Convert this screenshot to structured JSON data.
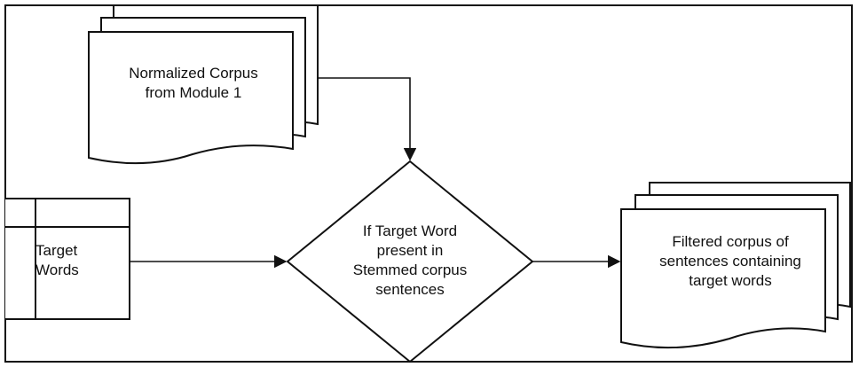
{
  "diagram": {
    "input_corpus": {
      "label": "Normalized Corpus\nfrom Module 1"
    },
    "target_words": {
      "label": "Target\nWords"
    },
    "decision": {
      "label": "If Target Word\npresent in\nStemmed corpus\nsentences"
    },
    "output_corpus": {
      "label": "Filtered corpus of\nsentences containing\ntarget words"
    }
  }
}
